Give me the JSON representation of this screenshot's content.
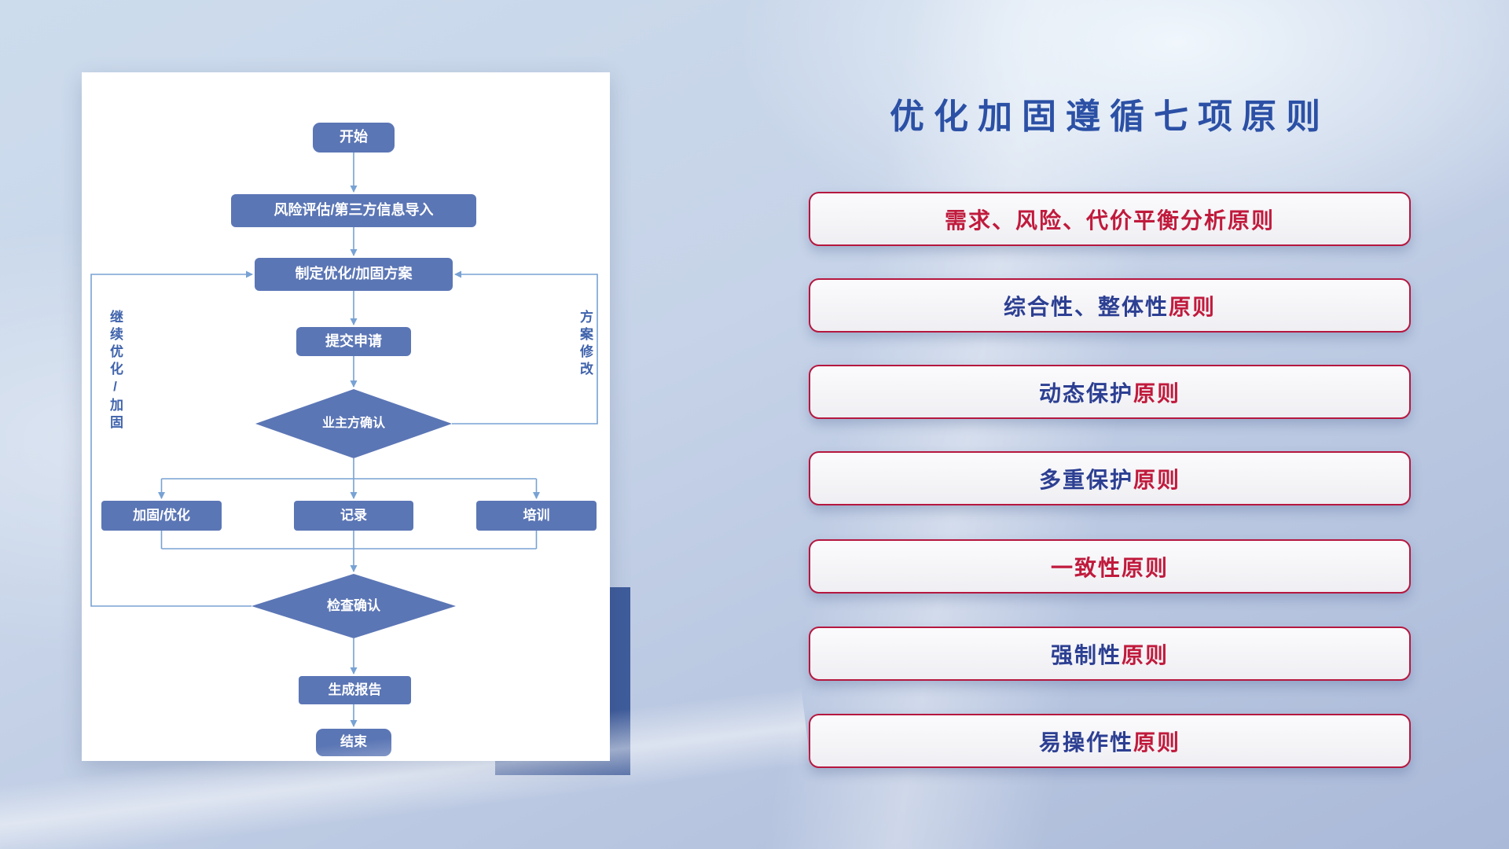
{
  "slide": {
    "title": "优化加固遵循七项原则"
  },
  "colors": {
    "title_blue": "#2b50a5",
    "principle_blue": "#2c3f92",
    "principle_red": "#c01a3c",
    "button_border": "#b5173f",
    "node_fill": "#5b76b5",
    "node_text": "#ffffff",
    "connector": "#78a2d4",
    "shadow_rect": "#3f5c9b",
    "loop_label": "#3f63ac"
  },
  "flowchart": {
    "nodes": {
      "start": {
        "label": "开始"
      },
      "risk_import": {
        "label": "风险评估/第三方信息导入"
      },
      "make_plan": {
        "label": "制定优化/加固方案"
      },
      "submit": {
        "label": "提交申请"
      },
      "owner_confirm": {
        "label": "业主方确认"
      },
      "reinforce": {
        "label": "加固/优化"
      },
      "record": {
        "label": "记录"
      },
      "training": {
        "label": "培训"
      },
      "check_confirm": {
        "label": "检查确认"
      },
      "report": {
        "label": "生成报告"
      },
      "end": {
        "label": "结束"
      }
    },
    "loop_labels": {
      "continue_optimize": "继续优化/加固",
      "plan_revision": "方案修改"
    }
  },
  "principles": {
    "items": [
      {
        "segments": [
          {
            "text": "需求、风险、代价平衡分析原则",
            "color": "red"
          }
        ]
      },
      {
        "segments": [
          {
            "text": "综合性、整体性",
            "color": "blue"
          },
          {
            "text": "原则",
            "color": "red"
          }
        ]
      },
      {
        "segments": [
          {
            "text": "动态保护",
            "color": "blue"
          },
          {
            "text": "原则",
            "color": "red"
          }
        ]
      },
      {
        "segments": [
          {
            "text": "多重保护",
            "color": "blue"
          },
          {
            "text": "原则",
            "color": "red"
          }
        ]
      },
      {
        "segments": [
          {
            "text": "一致性原则",
            "color": "red"
          }
        ]
      },
      {
        "segments": [
          {
            "text": "强制性",
            "color": "blue"
          },
          {
            "text": "原则",
            "color": "red"
          }
        ]
      },
      {
        "segments": [
          {
            "text": "易操作性",
            "color": "blue"
          },
          {
            "text": "原则",
            "color": "red"
          }
        ]
      }
    ]
  }
}
